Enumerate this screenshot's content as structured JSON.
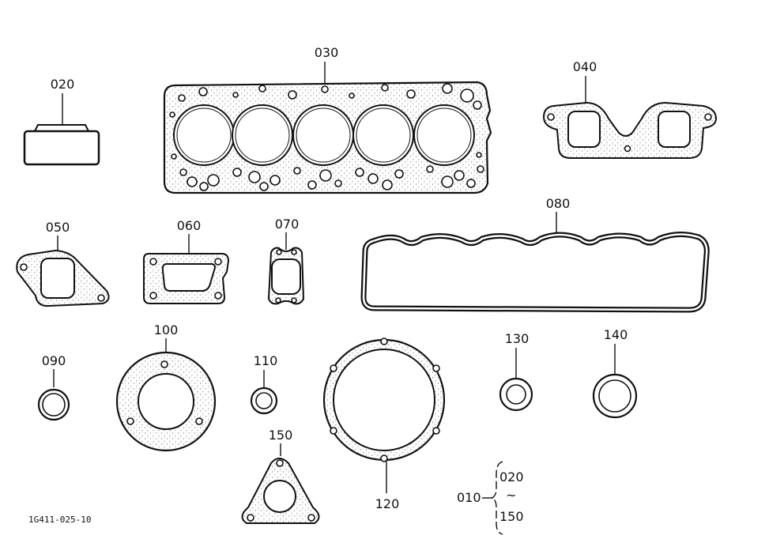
{
  "labels": {
    "p010": "010",
    "p020": "020",
    "p030": "030",
    "p040": "040",
    "p050": "050",
    "p060": "060",
    "p070": "070",
    "p080": "080",
    "p090": "090",
    "p100": "100",
    "p110": "110",
    "p120": "120",
    "p130": "130",
    "p140": "140",
    "p150": "150"
  },
  "range": {
    "from": "020",
    "tilde": "~",
    "to": "150"
  },
  "drawing_code": "1G411-025-10"
}
